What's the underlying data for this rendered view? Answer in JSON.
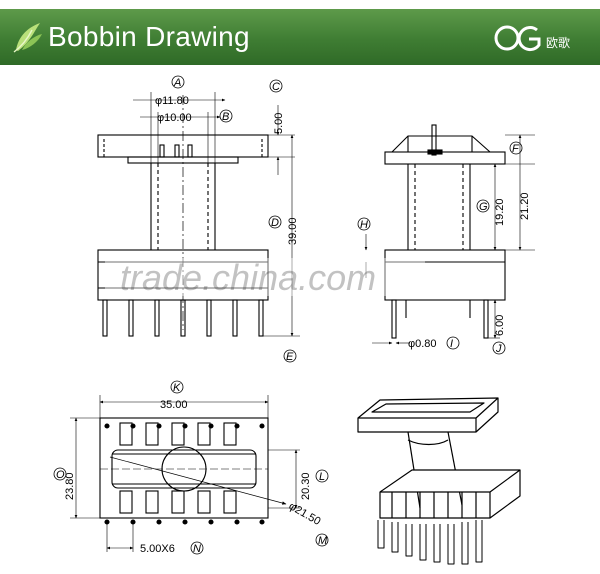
{
  "header": {
    "title": "Bobbin Drawing",
    "logo_mark": "OG",
    "logo_text": "欧歌",
    "colors": {
      "bar_top": "#5e9a4a",
      "bar_bottom": "#2f6a27",
      "text": "#ffffff"
    }
  },
  "watermark": {
    "text": "trade.china.com"
  },
  "front_view": {
    "labels": {
      "A": "A",
      "B": "B",
      "C": "C",
      "D": "D",
      "E": "E"
    },
    "dims": {
      "A": "φ11.80",
      "B": "φ10.00",
      "C": "5.00",
      "D": "39.00"
    }
  },
  "side_view": {
    "labels": {
      "F": "F",
      "G": "G",
      "H": "H",
      "I": "I",
      "J": "J"
    },
    "dims": {
      "G": "19.20",
      "F": "21.20",
      "I": "φ0.80",
      "J": "6.00"
    }
  },
  "bottom_view": {
    "labels": {
      "K": "K",
      "L": "L",
      "M": "M",
      "N": "N",
      "O": "O"
    },
    "dims": {
      "K": "35.00",
      "L": "20.30",
      "M": "φ21.50",
      "N": "5.00X6",
      "O": "23.80"
    }
  }
}
